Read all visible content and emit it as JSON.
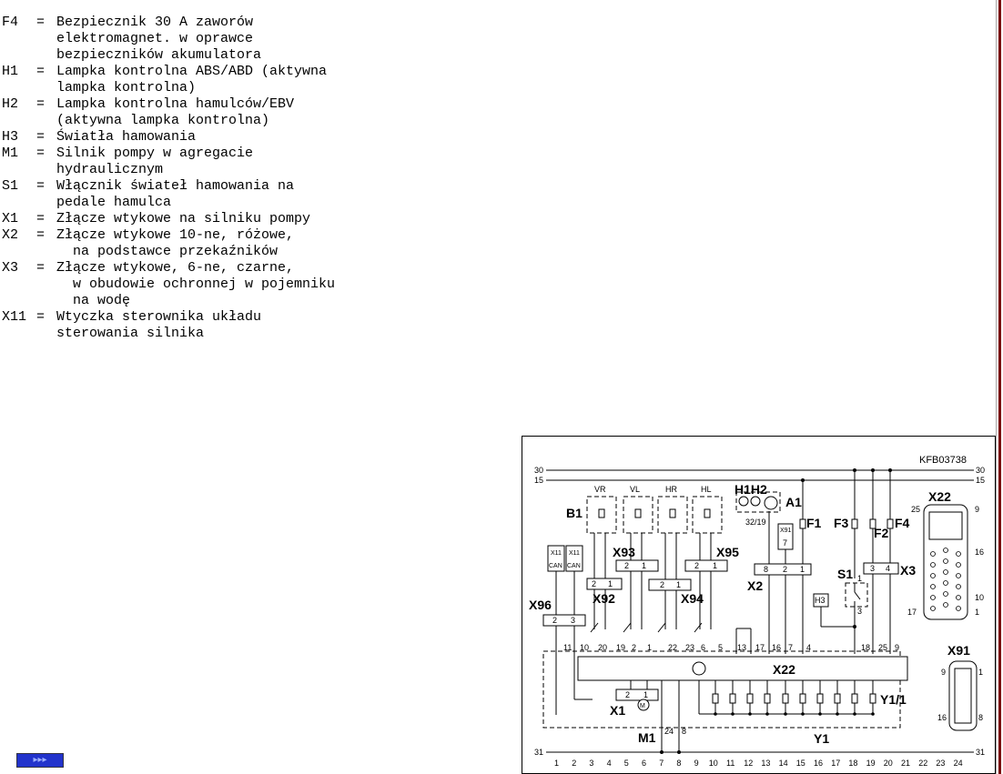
{
  "legend": [
    {
      "code": "F4",
      "lines": [
        "Bezpiecznik 30 A zaworów",
        "elektromagnet. w oprawce",
        "bezpieczników akumulatora"
      ]
    },
    {
      "code": "H1",
      "lines": [
        "Lampka kontrolna ABS/ABD (aktywna",
        "lampka kontrolna)"
      ]
    },
    {
      "code": "H2",
      "lines": [
        "Lampka kontrolna hamulców/EBV",
        "(aktywna lampka kontrolna)"
      ]
    },
    {
      "code": "H3",
      "lines": [
        "Światła hamowania"
      ]
    },
    {
      "code": "M1",
      "lines": [
        "Silnik pompy w agregacie",
        "hydraulicznym"
      ]
    },
    {
      "code": "S1",
      "lines": [
        "Włącznik świateł hamowania na",
        "pedale hamulca"
      ]
    },
    {
      "code": "X1",
      "lines": [
        "Złącze wtykowe na silniku pompy"
      ]
    },
    {
      "code": "X2",
      "lines": [
        "Złącze wtykowe 10-ne, różowe,",
        "  na podstawce przekaźników"
      ]
    },
    {
      "code": "X3",
      "lines": [
        "Złącze wtykowe, 6-ne, czarne,",
        "  w obudowie ochronnej w pojemniku",
        "  na wodę"
      ]
    },
    {
      "code": "X11",
      "lines": [
        "Wtyczka sterownika układu",
        "sterowania silnika"
      ]
    }
  ],
  "nav": {
    "next_label": "▸▸▸"
  },
  "diagram": {
    "ref": "KFB03738",
    "rail_30": "30",
    "rail_15": "15",
    "rail_31": "31",
    "sensors": [
      "VR",
      "VL",
      "HR",
      "HL"
    ],
    "labels": {
      "B1": "B1",
      "A1": "A1",
      "H1H2": "H1H2",
      "lamp_pin": "32/19",
      "F1": "F1",
      "F2": "F2",
      "F3": "F3",
      "F4": "F4",
      "S1": "S1",
      "X3": "X3",
      "X2": "X2",
      "X22": "X22",
      "X91": "X91",
      "X92": "X92",
      "X93": "X93",
      "X94": "X94",
      "X95": "X95",
      "X96": "X96",
      "X1": "X1",
      "M1": "M1",
      "Y1": "Y1",
      "Y1_1": "Y1/1",
      "H3": "H3",
      "CAN": "CAN",
      "X11": "X11",
      "X91_box": "X91",
      "X91_pin": "7",
      "S1_pin1": "1",
      "S1_pin3": "3",
      "M1_pin24": "24",
      "M1_pin8": "8"
    },
    "connector_pins": {
      "X92": [
        "2",
        "1"
      ],
      "X93": [
        "2",
        "1"
      ],
      "X94": [
        "2",
        "1"
      ],
      "X95": [
        "2",
        "1"
      ],
      "X96": [
        "2",
        "3"
      ],
      "X2": [
        "8",
        "2",
        "1"
      ],
      "X3": [
        "3",
        "4"
      ],
      "X1": [
        "2",
        "1"
      ]
    },
    "x22_pins": [
      "11",
      "10",
      "20",
      "19",
      "2",
      "1",
      "22",
      "23",
      "6",
      "5",
      "13",
      "17",
      "16",
      "7",
      "4",
      "18",
      "25",
      "9"
    ],
    "x22_conn_pins": [
      "25",
      "9",
      "16",
      "10",
      "17",
      "1"
    ],
    "x91_pins": [
      "9",
      "1",
      "16",
      "8"
    ],
    "grid_numbers": [
      "1",
      "2",
      "3",
      "4",
      "5",
      "6",
      "7",
      "8",
      "9",
      "10",
      "11",
      "12",
      "13",
      "14",
      "15",
      "16",
      "17",
      "18",
      "19",
      "20",
      "21",
      "22",
      "23",
      "24"
    ]
  }
}
